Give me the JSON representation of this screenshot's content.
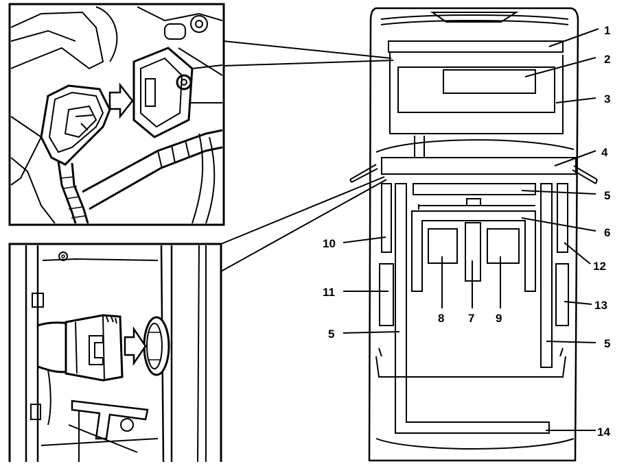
{
  "callouts": {
    "c1": "1",
    "c2": "2",
    "c3": "3",
    "c4": "4",
    "c5a": "5",
    "c5b": "5",
    "c5c": "5",
    "c6": "6",
    "c7": "7",
    "c8": "8",
    "c9": "9",
    "c10": "10",
    "c11": "11",
    "c12": "12",
    "c13": "13",
    "c14": "14"
  },
  "colors": {
    "ink": "#000000",
    "paper": "#ffffff"
  },
  "icons": {
    "top_inset": "connector-plug-detail-illustration",
    "bottom_inset": "round-connector-plug-detail-illustration",
    "arrows": "insert-arrow-icon"
  }
}
